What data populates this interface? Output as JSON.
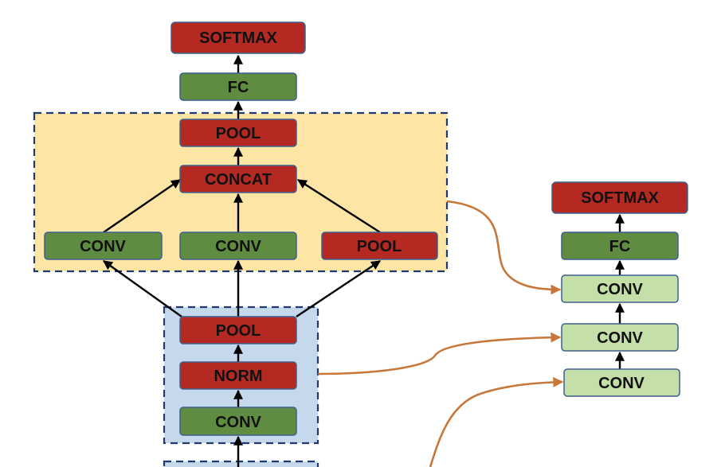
{
  "colors": {
    "red": "#b42a22",
    "darkGreen": "#5f8c40",
    "lightGreen": "#c4dfa8",
    "inceptionBg": "#fde5a5",
    "stemBg": "#c5d8ec",
    "link": "#c8773a"
  },
  "main": {
    "softmax": "SOFTMAX",
    "fc": "FC",
    "pool_top": "POOL",
    "concat": "CONCAT",
    "conv_left": "CONV",
    "conv_mid": "CONV",
    "pool_right": "POOL",
    "pool_stem": "POOL",
    "norm": "NORM",
    "conv_stem": "CONV"
  },
  "side": {
    "softmax": "SOFTMAX",
    "fc": "FC",
    "conv1": "CONV",
    "conv2": "CONV",
    "conv3": "CONV"
  }
}
